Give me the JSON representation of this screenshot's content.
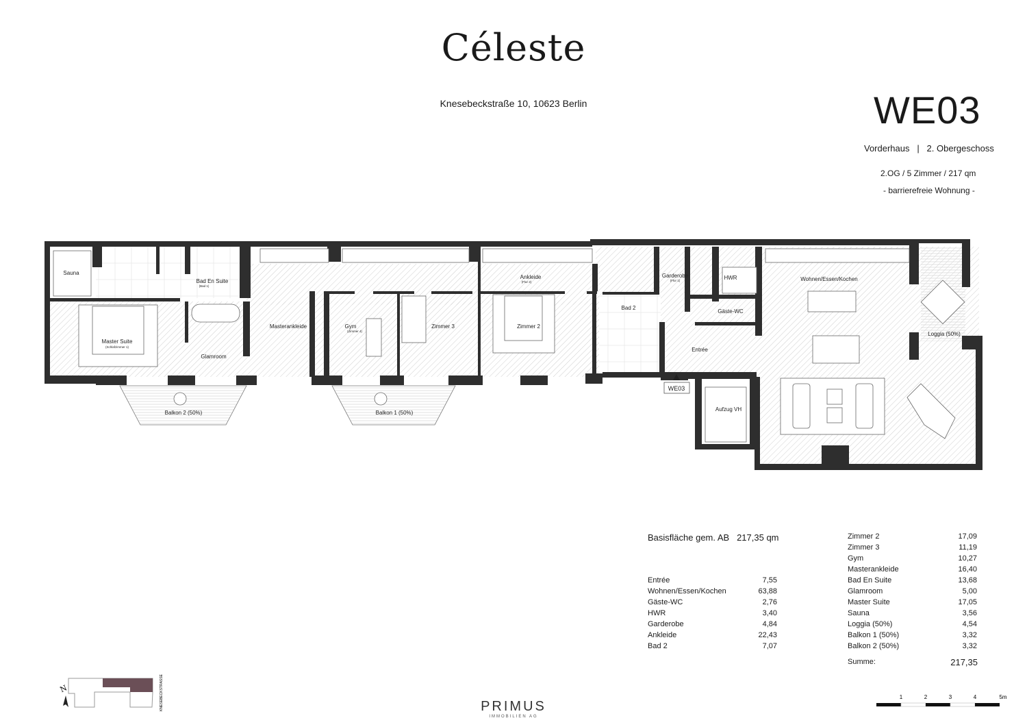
{
  "header": {
    "logo": "Céleste",
    "address": "Knesebeckstraße 10, 10623 Berlin",
    "unit": "WE03",
    "building": "Vorderhaus   |   2. Obergeschoss",
    "summary": "2.OG / 5 Zimmer / 217 qm",
    "note": "- barrierefreie Wohnung -"
  },
  "plan": {
    "rooms": {
      "sauna": "Sauna",
      "bad_en_suite": "Bad En Suite",
      "bad_en_suite_sub": "(Bad 1)",
      "master_suite": "Master  Suite",
      "master_suite_sub": "(Schlafzimmer 1)",
      "glamroom": "Glamroom",
      "masterankleide": "Masterankleide",
      "gym": "Gym",
      "gym_sub": "(Zimmer 4)",
      "zimmer3": "Zimmer 3",
      "ankleide": "Ankleide",
      "ankleide_sub": "(Flur 2)",
      "zimmer2": "Zimmer 2",
      "bad2": "Bad 2",
      "garderobe": "Garderobe",
      "garderobe_sub": "(Flur 1)",
      "hwr": "HWR",
      "gaeste_wc": "Gäste-WC",
      "entree": "Entrée",
      "aufzug": "Aufzug VH",
      "wohnen": "Wohnen/Essen/Kochen",
      "loggia": "Loggia (50%)",
      "balkon1": "Balkon 1 (50%)",
      "balkon2": "Balkon 2 (50%)"
    },
    "entrance_tag": "WE03",
    "colors": {
      "wall": "#2e2e2e",
      "hatch": "#c8c8c8",
      "highlight": "#6b4f57"
    }
  },
  "areas": {
    "base_label": "Basisfläche gem. AB",
    "base_value": "217,35 qm",
    "left": [
      {
        "name": "Entrée",
        "value": "7,55"
      },
      {
        "name": "Wohnen/Essen/Kochen",
        "value": "63,88"
      },
      {
        "name": "Gäste-WC",
        "value": "2,76"
      },
      {
        "name": "HWR",
        "value": "3,40"
      },
      {
        "name": "Garderobe",
        "value": "4,84"
      },
      {
        "name": "Ankleide",
        "value": "22,43"
      },
      {
        "name": "Bad 2",
        "value": "7,07"
      }
    ],
    "right": [
      {
        "name": "Zimmer 2",
        "value": "17,09"
      },
      {
        "name": "Zimmer 3",
        "value": "11,19"
      },
      {
        "name": "Gym",
        "value": "10,27"
      },
      {
        "name": "Masterankleide",
        "value": "16,40"
      },
      {
        "name": "Bad En Suite",
        "value": "13,68"
      },
      {
        "name": "Glamroom",
        "value": "5,00"
      },
      {
        "name": "Master  Suite",
        "value": "17,05"
      },
      {
        "name": "Sauna",
        "value": "3,56"
      },
      {
        "name": "Loggia (50%)",
        "value": "4,54"
      },
      {
        "name": "Balkon 1 (50%)",
        "value": "3,32"
      },
      {
        "name": "Balkon 2 (50%)",
        "value": "3,32"
      }
    ],
    "sum_label": "Summe:",
    "sum_value": "217,35"
  },
  "keyplan": {
    "north": "N",
    "street": "KNESEBECKSTRASSE"
  },
  "scale": {
    "ticks": [
      "1",
      "2",
      "3",
      "4",
      "5m"
    ]
  },
  "footer": {
    "brand": "PRIMUS",
    "brand_sub": "IMMOBILIEN AG"
  }
}
